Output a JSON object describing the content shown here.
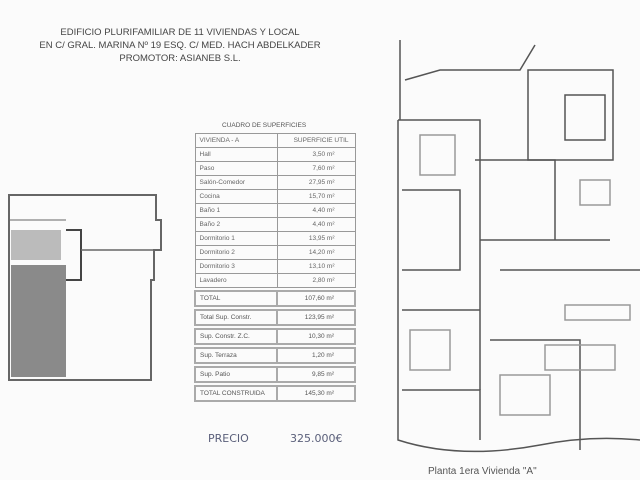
{
  "header": {
    "lines": [
      "EDIFICIO PLURIFAMILIAR DE 11 VIVIENDAS Y LOCAL",
      "EN C/ GRAL. MARINA Nº 19 ESQ. C/ MED. HACH ABDELKADER",
      "PROMOTOR: ASIANEB S.L."
    ]
  },
  "table": {
    "caption": "CUADRO DE SUPERFICIES",
    "headers": [
      "VIVIENDA - A",
      "SUPERFICIE UTIL"
    ],
    "rows": [
      [
        "Hall",
        "3,50 m²"
      ],
      [
        "Paso",
        "7,60 m²"
      ],
      [
        "Salón-Comedor",
        "27,95 m²"
      ],
      [
        "Cocina",
        "15,70 m²"
      ],
      [
        "Baño 1",
        "4,40 m²"
      ],
      [
        "Baño 2",
        "4,40 m²"
      ],
      [
        "Dormitorio 1",
        "13,95 m²"
      ],
      [
        "Dormitorio 2",
        "14,20 m²"
      ],
      [
        "Dormitorio 3",
        "13,10 m²"
      ],
      [
        "Lavadero",
        "2,80 m²"
      ]
    ],
    "totals": [
      [
        "TOTAL",
        "107,60 m²"
      ],
      [
        "Total Sup. Constr.",
        "123,95 m²"
      ],
      [
        "Sup. Constr. Z.C.",
        "10,30 m²"
      ],
      [
        "Sup. Terraza",
        "1,20 m²"
      ],
      [
        "Sup. Patio",
        "9,85 m²"
      ],
      [
        "TOTAL CONSTRUIDA",
        "145,30 m²"
      ]
    ]
  },
  "handwritten": {
    "label": "PRECIO",
    "price": "325.000€"
  },
  "plan": {
    "caption": "Planta 1era Vivienda \"A\""
  }
}
